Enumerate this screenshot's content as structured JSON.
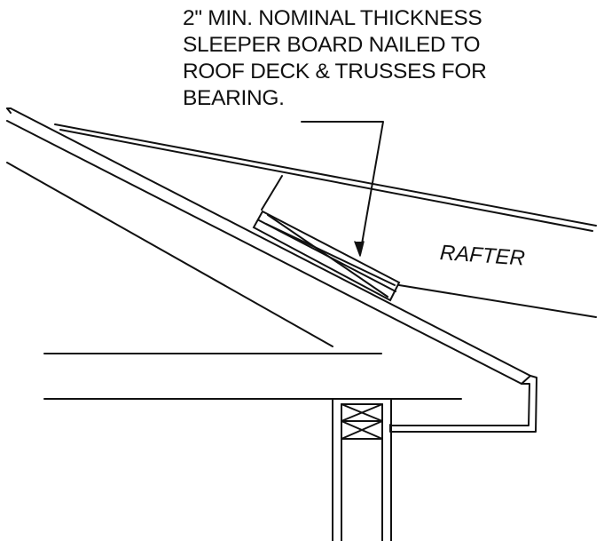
{
  "note": {
    "line1": "2\" MIN. NOMINAL THICKNESS",
    "line2": "SLEEPER BOARD NAILED TO",
    "line3": "ROOF DECK & TRUSSES FOR",
    "line4": "BEARING."
  },
  "labels": {
    "rafter": "RAFTER"
  }
}
